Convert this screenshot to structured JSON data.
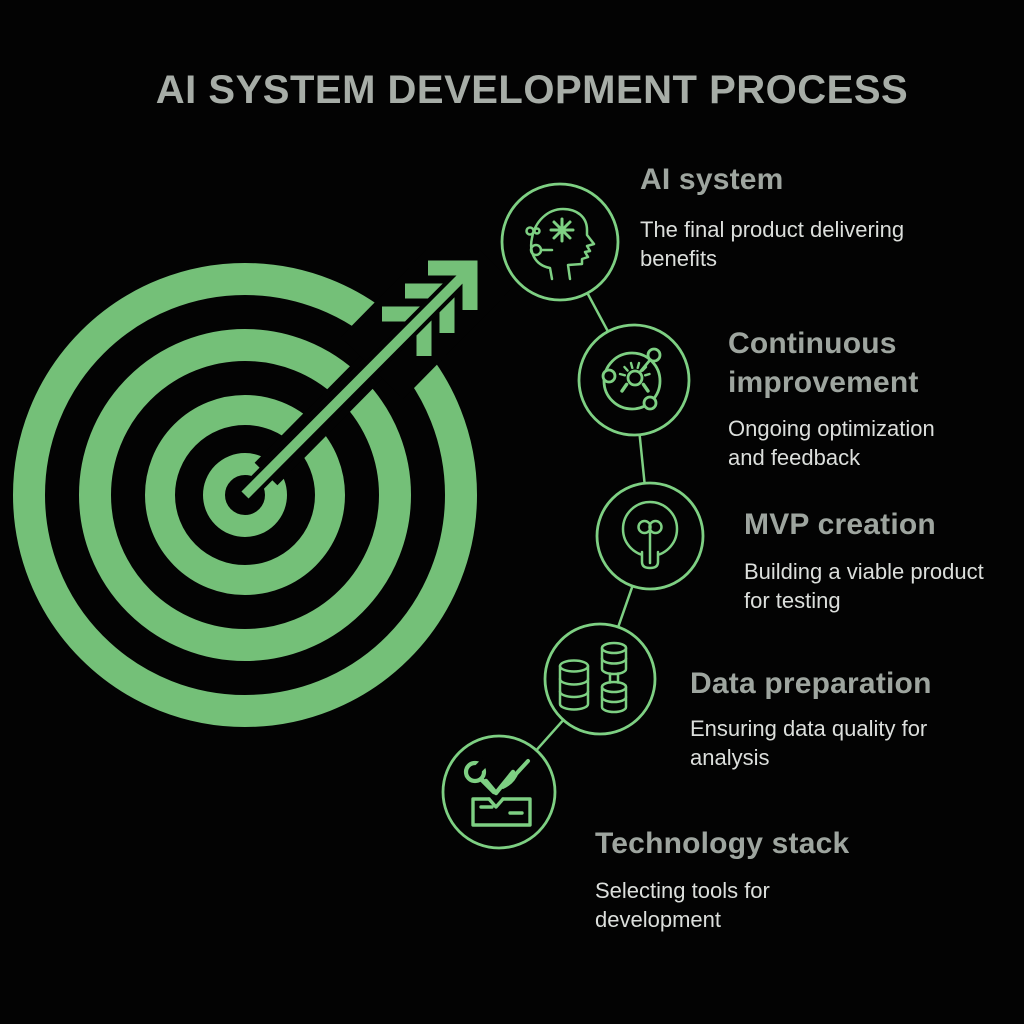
{
  "title": "AI SYSTEM DEVELOPMENT PROCESS",
  "colors": {
    "background": "#030303",
    "target_green": "#74c078",
    "line_green": "#7ed083",
    "heading_gray": "#9ea59f",
    "body_text": "#dcdfdc",
    "title_gray": "#a7ada7"
  },
  "graphics": {
    "target": "bullseye-target-with-arrow",
    "flow": "five-step-icon-chain"
  },
  "steps": [
    {
      "heading": "AI system",
      "description": "The final product delivering\nbenefits",
      "icon": "ai-head-icon"
    },
    {
      "heading": "Continuous\nimprovement",
      "description": "Ongoing optimization\nand feedback",
      "icon": "continuous-improvement-icon"
    },
    {
      "heading": "MVP creation",
      "description": "Building a viable product\nfor testing",
      "icon": "lightbulb-sprout-icon"
    },
    {
      "heading": "Data preparation",
      "description": "Ensuring data quality for\nanalysis",
      "icon": "database-stack-icon"
    },
    {
      "heading": "Technology stack",
      "description": "Selecting tools for\ndevelopment",
      "icon": "toolbox-icon"
    }
  ]
}
